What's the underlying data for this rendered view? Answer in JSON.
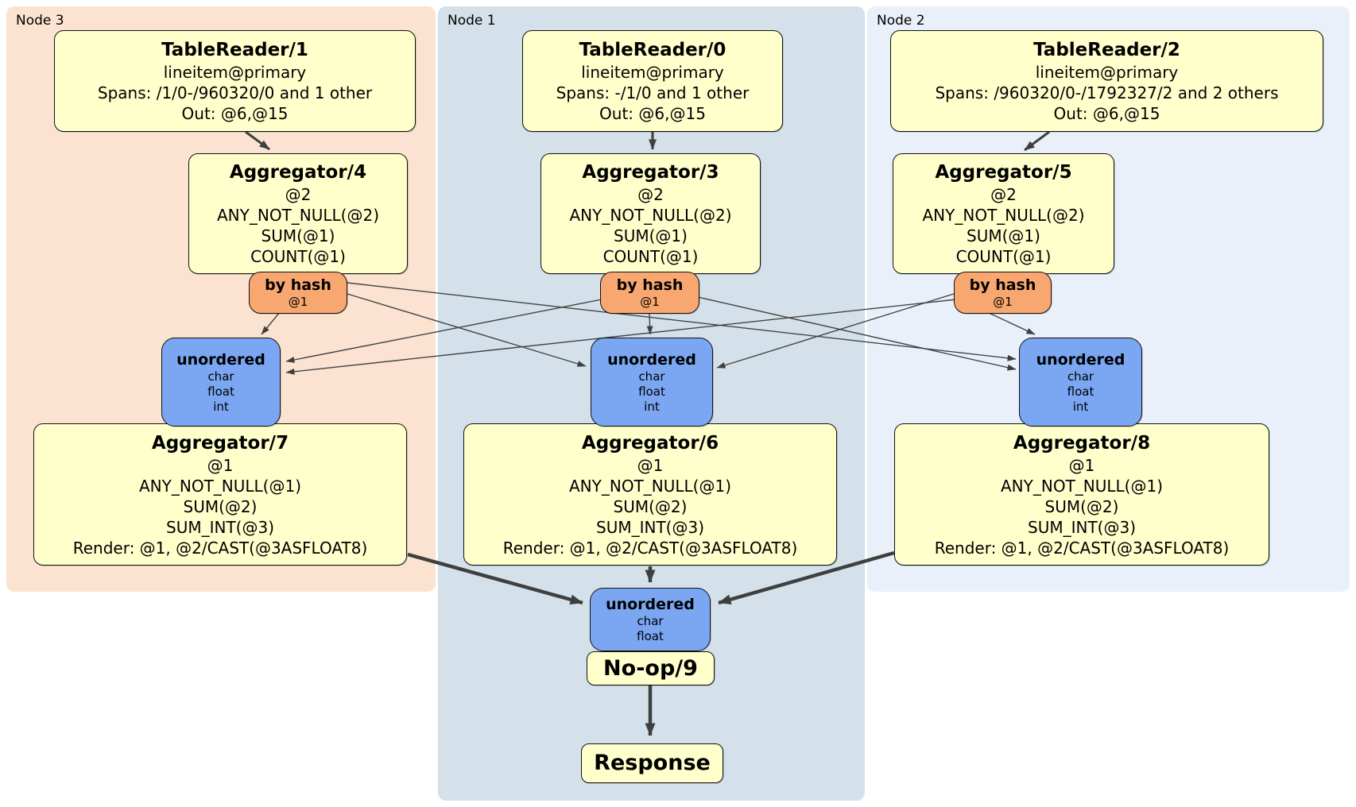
{
  "regions": [
    {
      "id": "node3",
      "label": "Node 3",
      "color": "#fce3d1"
    },
    {
      "id": "node1",
      "label": "Node 1",
      "color": "#d4e1ea"
    },
    {
      "id": "node2",
      "label": "Node 2",
      "color": "#e9f0fa"
    }
  ],
  "processors": {
    "tr1": {
      "title": "TableReader/1",
      "lines": [
        "lineitem@primary",
        "Spans: /1/0-/960320/0 and 1 other",
        "Out: @6,@15"
      ]
    },
    "tr0": {
      "title": "TableReader/0",
      "lines": [
        "lineitem@primary",
        "Spans: -/1/0 and 1 other",
        "Out: @6,@15"
      ]
    },
    "tr2": {
      "title": "TableReader/2",
      "lines": [
        "lineitem@primary",
        "Spans: /960320/0-/1792327/2 and 2 others",
        "Out: @6,@15"
      ]
    },
    "agg4": {
      "title": "Aggregator/4",
      "lines": [
        "@2",
        "ANY_NOT_NULL(@2)",
        "SUM(@1)",
        "COUNT(@1)"
      ]
    },
    "agg3": {
      "title": "Aggregator/3",
      "lines": [
        "@2",
        "ANY_NOT_NULL(@2)",
        "SUM(@1)",
        "COUNT(@1)"
      ]
    },
    "agg5": {
      "title": "Aggregator/5",
      "lines": [
        "@2",
        "ANY_NOT_NULL(@2)",
        "SUM(@1)",
        "COUNT(@1)"
      ]
    },
    "agg7": {
      "title": "Aggregator/7",
      "lines": [
        "@1",
        "ANY_NOT_NULL(@1)",
        "SUM(@2)",
        "SUM_INT(@3)",
        "Render: @1, @2/CAST(@3ASFLOAT8)"
      ]
    },
    "agg6": {
      "title": "Aggregator/6",
      "lines": [
        "@1",
        "ANY_NOT_NULL(@1)",
        "SUM(@2)",
        "SUM_INT(@3)",
        "Render: @1, @2/CAST(@3ASFLOAT8)"
      ]
    },
    "agg8": {
      "title": "Aggregator/8",
      "lines": [
        "@1",
        "ANY_NOT_NULL(@1)",
        "SUM(@2)",
        "SUM_INT(@3)",
        "Render: @1, @2/CAST(@3ASFLOAT8)"
      ]
    },
    "noop": {
      "title": "No-op/9"
    },
    "response": {
      "title": "Response"
    }
  },
  "routers": {
    "r3": {
      "label": "by hash",
      "detail": "@1"
    },
    "r1": {
      "label": "by hash",
      "detail": "@1"
    },
    "r2": {
      "label": "by hash",
      "detail": "@1"
    }
  },
  "syncs": {
    "uL": {
      "label": "unordered",
      "types": [
        "char",
        "float",
        "int"
      ]
    },
    "uM": {
      "label": "unordered",
      "types": [
        "char",
        "float",
        "int"
      ]
    },
    "uR": {
      "label": "unordered",
      "types": [
        "char",
        "float",
        "int"
      ]
    },
    "uB": {
      "label": "unordered",
      "types": [
        "char",
        "float"
      ]
    }
  },
  "colors": {
    "processor_fill": "#ffffcc",
    "router_fill": "#f7a76f",
    "sync_fill": "#7aa6f2",
    "edge": "#3f3f3f",
    "node3_bg": "#fce3d1",
    "node1_bg": "#d4e1ea",
    "node2_bg": "#e9f0fa"
  },
  "edges": [
    {
      "from": "TableReader/1",
      "to": "Aggregator/4"
    },
    {
      "from": "TableReader/0",
      "to": "Aggregator/3"
    },
    {
      "from": "TableReader/2",
      "to": "Aggregator/5"
    },
    {
      "from": "Aggregator/4 by hash @1",
      "to": "unordered Node 3"
    },
    {
      "from": "Aggregator/4 by hash @1",
      "to": "unordered Node 1"
    },
    {
      "from": "Aggregator/4 by hash @1",
      "to": "unordered Node 2"
    },
    {
      "from": "Aggregator/3 by hash @1",
      "to": "unordered Node 3"
    },
    {
      "from": "Aggregator/3 by hash @1",
      "to": "unordered Node 1"
    },
    {
      "from": "Aggregator/3 by hash @1",
      "to": "unordered Node 2"
    },
    {
      "from": "Aggregator/5 by hash @1",
      "to": "unordered Node 3"
    },
    {
      "from": "Aggregator/5 by hash @1",
      "to": "unordered Node 1"
    },
    {
      "from": "Aggregator/5 by hash @1",
      "to": "unordered Node 2"
    },
    {
      "from": "unordered Node 3",
      "to": "Aggregator/7"
    },
    {
      "from": "unordered Node 1",
      "to": "Aggregator/6"
    },
    {
      "from": "unordered Node 2",
      "to": "Aggregator/8"
    },
    {
      "from": "Aggregator/7",
      "to": "unordered final"
    },
    {
      "from": "Aggregator/6",
      "to": "unordered final"
    },
    {
      "from": "Aggregator/8",
      "to": "unordered final"
    },
    {
      "from": "unordered final",
      "to": "No-op/9"
    },
    {
      "from": "No-op/9",
      "to": "Response"
    }
  ]
}
